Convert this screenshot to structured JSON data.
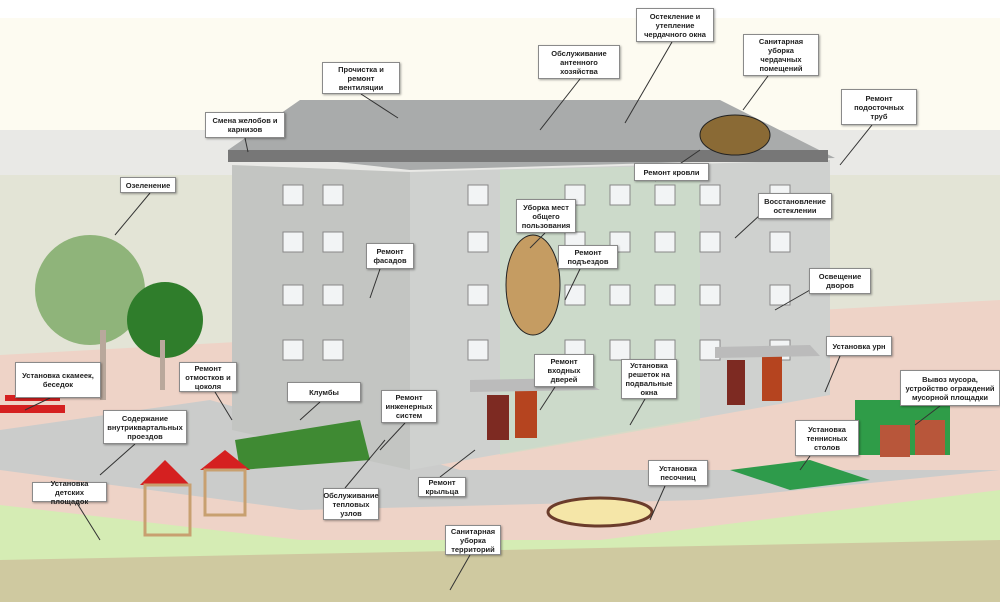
{
  "labels": {
    "gutters": "Смена желобов и карнизов",
    "ventilation": "Прочистка и ремонт вентиляции",
    "antenna": "Обслуживание антенного хозяйства",
    "attic_window": "Остекление и утепление чердачного окна",
    "attic_cleaning": "Санитарная уборка чердачных помещений",
    "downpipes": "Ремонт подосточных труб",
    "roof": "Ремонт кровли",
    "glazing": "Восстановление остеклении",
    "greening": "Озеленение",
    "facade": "Ремонт фасадов",
    "common_areas": "Уборка мест общего пользования",
    "entrances": "Ремонт подъездов",
    "lighting": "Освещение дворов",
    "bins": "Установка урн",
    "benches": "Установка скамеек, беседок",
    "plinth": "Ремонт отмостков и цоколя",
    "flowerbeds": "Клумбы",
    "engineering": "Ремонт инженерных систем",
    "doors": "Ремонт входных дверей",
    "grilles": "Установка решеток на подвальные окна",
    "garbage": "Вывоз мусора, устройство ограждений мусорной площадки",
    "driveways": "Содержание внутриквартальных проездов",
    "tennis": "Установка теннисных столов",
    "playgrounds": "Установка детских площадок",
    "heating": "Обслуживание тепловых узлов",
    "porch": "Ремонт крыльца",
    "sandbox": "Установка песочниц",
    "territory": "Санитарная уборка территорий"
  },
  "colors": {
    "facade": "#c9cbc9",
    "roof": "#a9abab",
    "door": "#b5441f",
    "tree": "#4f9a3c",
    "plaza": "#eed3c7",
    "lawn": "#d5ecb4",
    "ground": "#cfc9a0"
  }
}
